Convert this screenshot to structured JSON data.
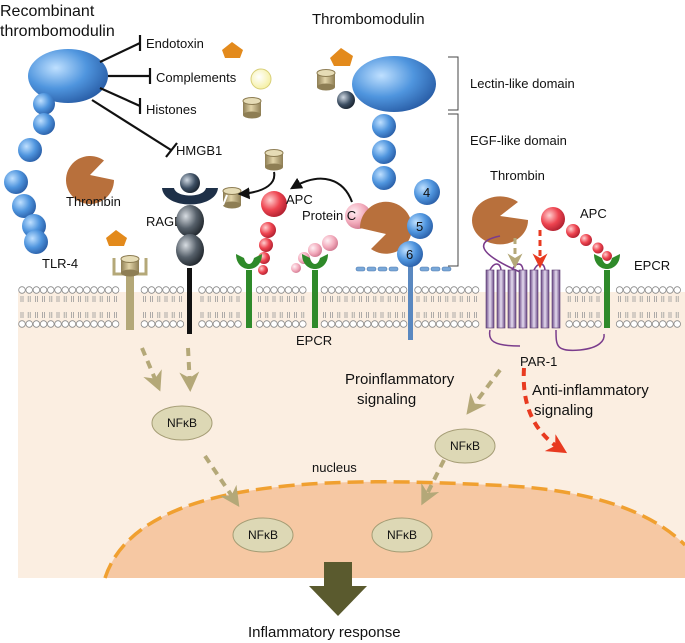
{
  "labels": {
    "recombinant_line1": "Recombinant",
    "recombinant_line2": "thrombomodulin",
    "thrombomodulin": "Thrombomodulin",
    "endotoxin": "Endotoxin",
    "complements": "Complements",
    "histones": "Histones",
    "hmgb1": "HMGB1",
    "thrombin_left": "Thrombin",
    "rage": "RAGE",
    "tlr4": "TLR-4",
    "apc_mid": "APC",
    "protein_c": "Protein C",
    "epcr_mid": "EPCR",
    "lectin_domain": "Lectin-like domain",
    "egf_domain": "EGF-like domain",
    "thrombin_right": "Thrombin",
    "apc_right": "APC",
    "epcr_right": "EPCR",
    "par1": "PAR-1",
    "proinflammatory_line1": "Proinflammatory",
    "proinflammatory_line2": "signaling",
    "antiinflammatory_line1": "Anti-inflammatory",
    "antiinflammatory_line2": "signaling",
    "nfkb": "NFκB",
    "nucleus": "nucleus",
    "inflammatory_response": "Inflammatory response",
    "egf_4": "4",
    "egf_5": "5",
    "egf_6": "6"
  },
  "colors": {
    "cytoplasm": "#fbeee1",
    "nucleus_fill": "#f6c8a3",
    "nucleus_border": "#f0a030",
    "tm_blue": "#4a8fd8",
    "thrombin_brown": "#b8703c",
    "endotoxin_orange": "#e38a1c",
    "complement_yellow": "#f8f3a8",
    "histone_tan": "#b8a67a",
    "apc_red": "#e8404a",
    "protein_c_pink": "#f2a8b8",
    "epcr_green": "#2f8a2a",
    "nfkb_fill": "#ddd8b5",
    "par1_purple": "#7a3c8c",
    "arrow_tan": "#b4a878",
    "arrow_red": "#e83a20",
    "big_arrow": "#5a5a2e"
  }
}
